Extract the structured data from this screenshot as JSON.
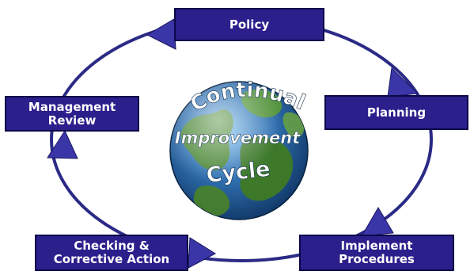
{
  "stages": {
    "policy": "Policy",
    "planning": "Planning",
    "implement": "Implement\nProcedures",
    "checking": "Checking &\nCorrective Action",
    "review": "Management\nReview"
  },
  "globe": {
    "line1": "Continual",
    "line2": "Improvement",
    "line3": "Cycle"
  },
  "colors": {
    "box_fill": "#2b1f8c",
    "ring": "#2b2a86",
    "arrow": "#3a36a8"
  }
}
